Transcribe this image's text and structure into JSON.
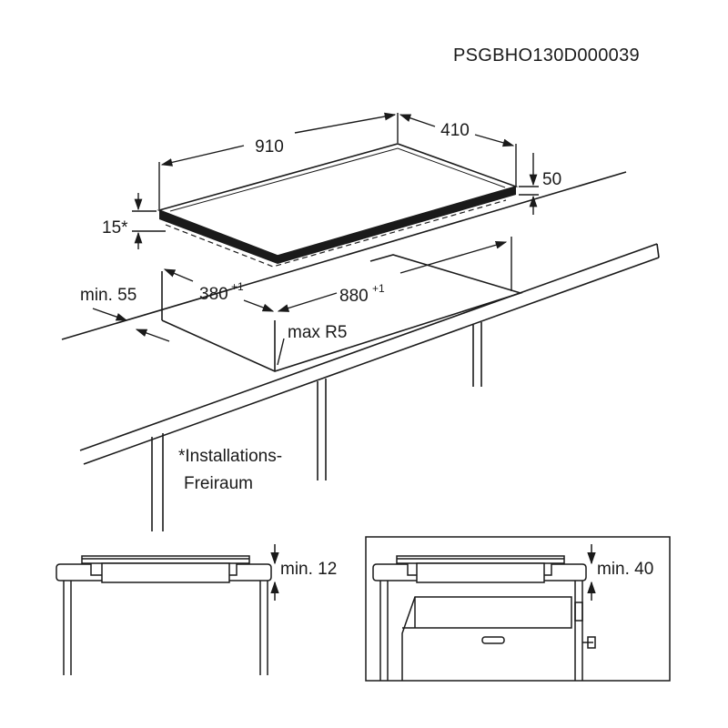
{
  "doc_code": "PSGBHO130D000039",
  "dimensions": {
    "width": "910",
    "depth": "410",
    "height": "50",
    "clearance_top": "15*",
    "min_edge": "min. 55",
    "cutout_depth": "380",
    "cutout_depth_tol": "+1",
    "cutout_width": "880",
    "cutout_width_tol": "+1",
    "corner_radius": "max R5"
  },
  "footnote": {
    "line1": "*Installations-",
    "line2": "Freiraum"
  },
  "detail_left": {
    "label": "min. 12"
  },
  "detail_right": {
    "label": "min. 40"
  }
}
